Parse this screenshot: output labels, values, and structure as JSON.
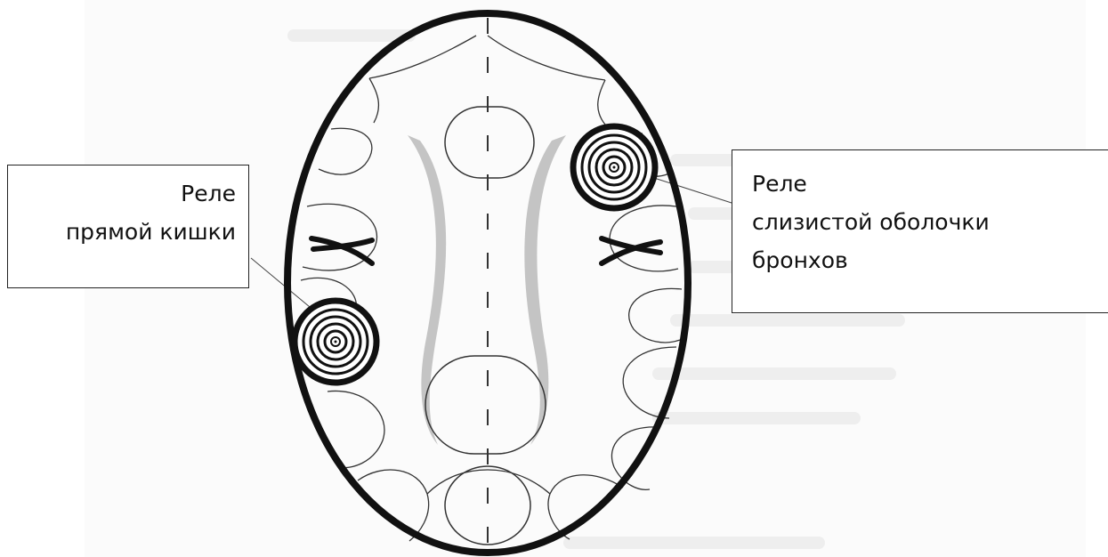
{
  "labels": {
    "left": {
      "line1": "Реле",
      "line2": "прямой кишки"
    },
    "right": {
      "line1": "Реле",
      "line2": "слизистой оболочки",
      "line3": "бронхов"
    }
  },
  "colors": {
    "outline": "#111111",
    "thin_line": "#333333",
    "gray_stripe": "#c4c4c4",
    "background_text_ghost": "#eeeeee"
  },
  "icons": [
    "relay-coil-icon",
    "cross-mark-icon"
  ]
}
